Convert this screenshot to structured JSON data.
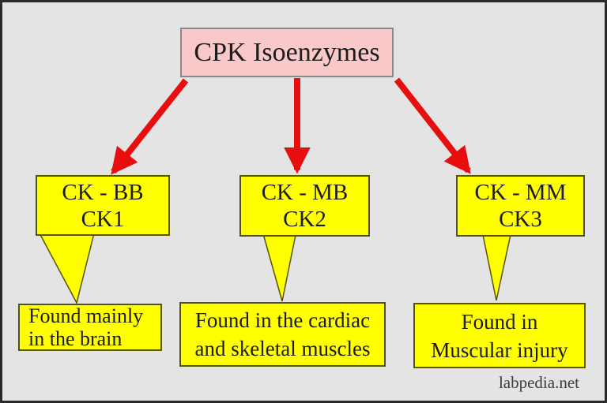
{
  "title": {
    "label": "CPK Isoenzymes"
  },
  "nodes": [
    {
      "id": "ck-bb",
      "line1": "CK - BB",
      "line2": "CK1",
      "description": {
        "line1": "Found mainly",
        "line2": "in the brain"
      }
    },
    {
      "id": "ck-mb",
      "line1": "CK - MB",
      "line2": "CK2",
      "description": {
        "line1": "Found in the cardiac",
        "line2": "and skeletal muscles"
      }
    },
    {
      "id": "ck-mm",
      "line1": "CK - MM",
      "line2": "CK3",
      "description": {
        "line1": "Found in",
        "line2": "Muscular injury"
      }
    }
  ],
  "watermark": "labpedia.net",
  "colors": {
    "background": "#e4e4e4",
    "canvas_border": "#2a2a2a",
    "title_box_fill": "#f9c9c9",
    "title_box_border": "#8a8a8a",
    "node_fill": "#ffff00",
    "node_border": "#55550a",
    "arrow": "#e60e0e",
    "text": "#1c1c1c",
    "watermark_text": "#3c3c3c"
  }
}
